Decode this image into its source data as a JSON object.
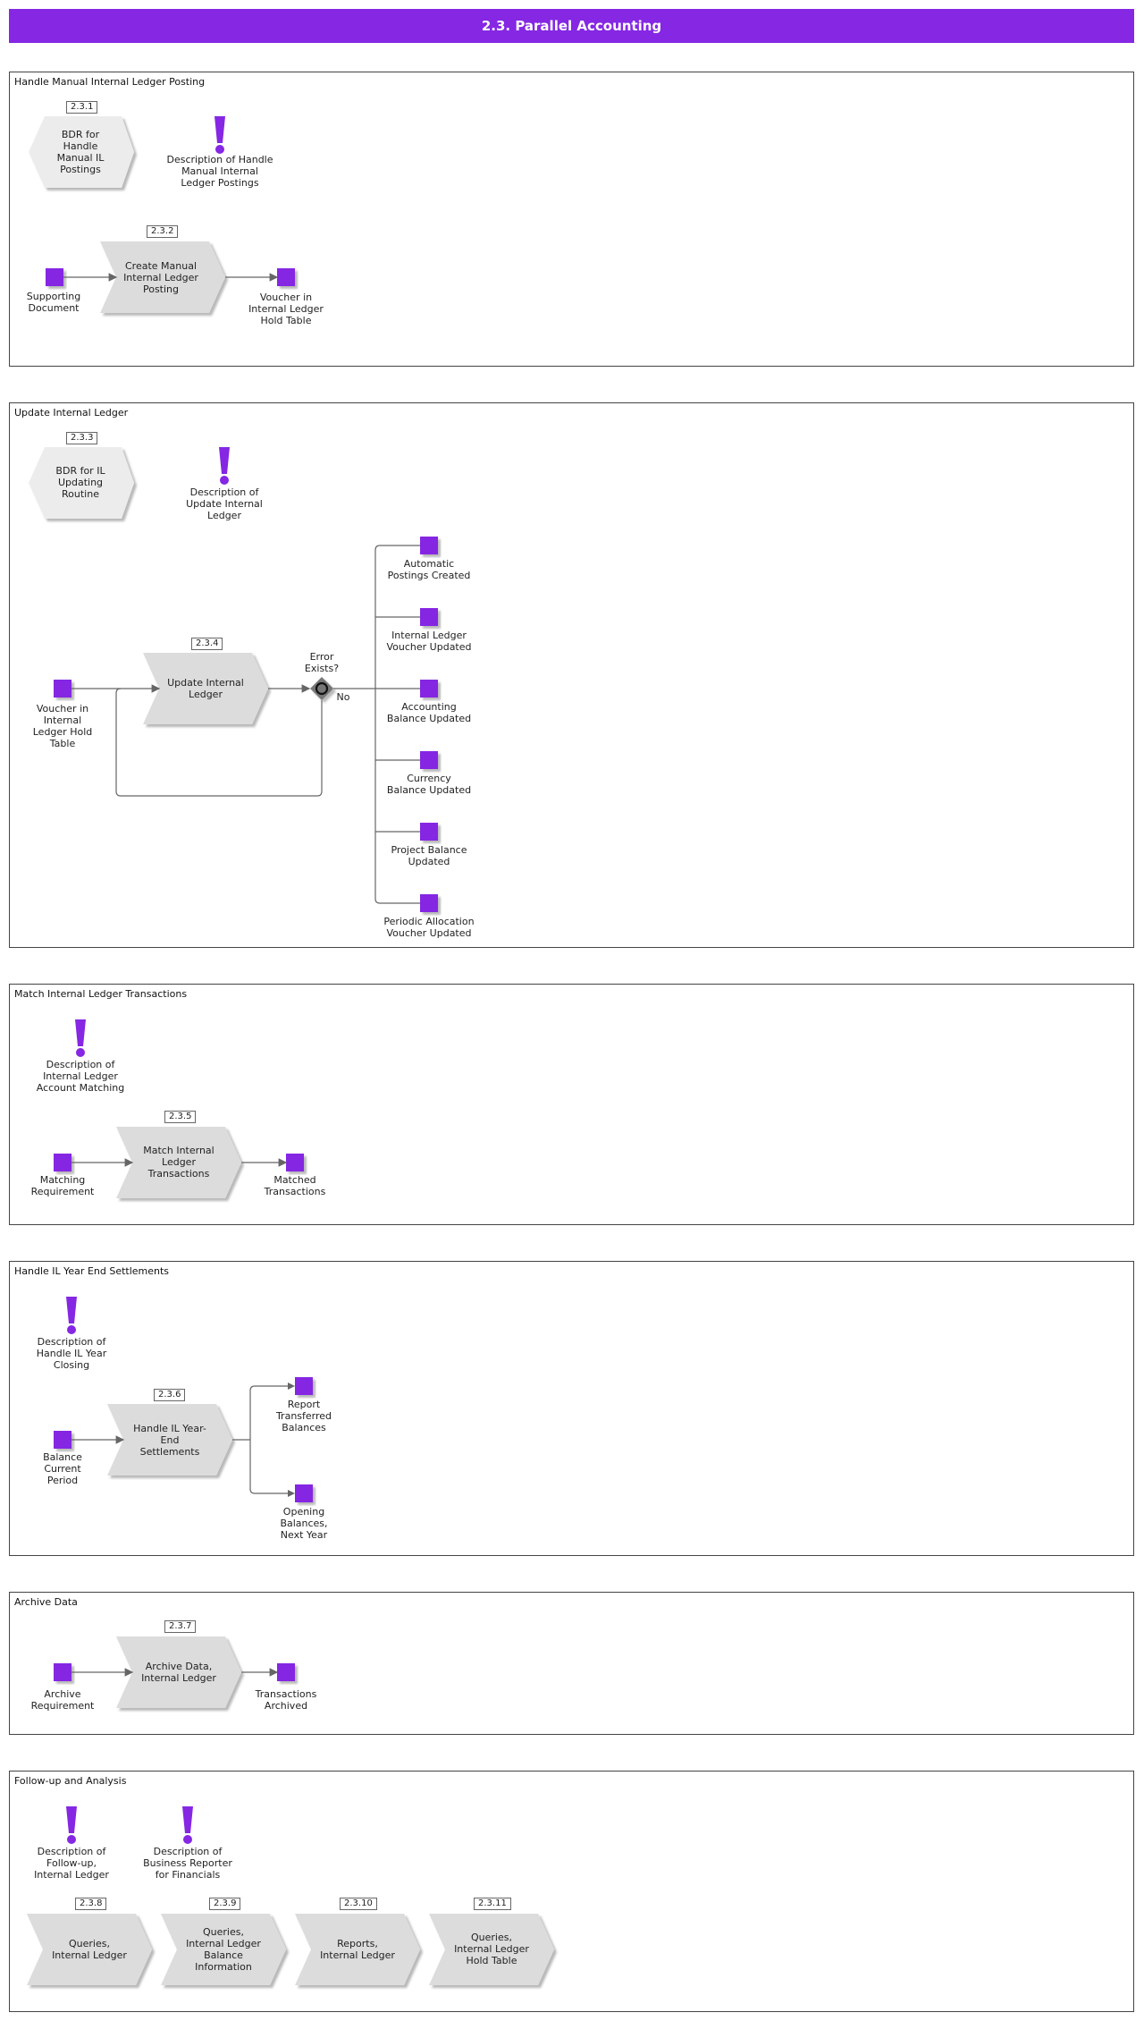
{
  "header": {
    "title": "2.3. Parallel Accounting"
  },
  "sections": {
    "s1": "Handle Manual Internal Ledger Posting",
    "s2": "Update Internal Ledger",
    "s3": "Match Internal Ledger Transactions",
    "s4": "Handle IL Year End Settlements",
    "s5": "Archive Data",
    "s6": "Follow-up and Analysis"
  },
  "nodes": {
    "n231_tag": "2.3.1",
    "n231": "BDR for\nHandle\nManual IL\nPostings",
    "desc1": "Description of Handle\nManual Internal\nLedger Postings",
    "n232_tag": "2.3.2",
    "n232": "Create Manual\nInternal Ledger\nPosting",
    "supporting_doc": "Supporting\nDocument",
    "voucher_hold": "Voucher in\nInternal Ledger\nHold Table",
    "n233_tag": "2.3.3",
    "n233": "BDR for IL\nUpdating\nRoutine",
    "desc2": "Description of\nUpdate Internal\nLedger",
    "n234_tag": "2.3.4",
    "n234": "Update Internal\nLedger",
    "voucher_hold2": "Voucher in\nInternal\nLedger Hold\nTable",
    "gateway": "Error\nExists?",
    "gateway_no": "No",
    "out1": "Automatic\nPostings Created",
    "out2": "Internal Ledger\nVoucher Updated",
    "out3": "Accounting\nBalance Updated",
    "out4": "Currency\nBalance Updated",
    "out5": "Project Balance\nUpdated",
    "out6": "Periodic Allocation\nVoucher Updated",
    "desc3": "Description of\nInternal Ledger\nAccount Matching",
    "n235_tag": "2.3.5",
    "n235": "Match Internal\nLedger\nTransactions",
    "matching_req": "Matching\nRequirement",
    "matched_tx": "Matched\nTransactions",
    "desc4": "Description of\nHandle IL Year\nClosing",
    "n236_tag": "2.3.6",
    "n236": "Handle IL Year-\nEnd\nSettlements",
    "balance_current": "Balance\nCurrent\nPeriod",
    "report_transferred": "Report\nTransferred\nBalances",
    "opening_balances": "Opening\nBalances,\nNext Year",
    "n237_tag": "2.3.7",
    "n237": "Archive Data,\nInternal Ledger",
    "archive_req": "Archive\nRequirement",
    "tx_archived": "Transactions\nArchived",
    "desc5": "Description of\nFollow-up,\nInternal Ledger",
    "desc6": "Description of\nBusiness Reporter\nfor Financials",
    "n238_tag": "2.3.8",
    "n238": "Queries,\nInternal Ledger",
    "n239_tag": "2.3.9",
    "n239": "Queries,\nInternal Ledger\nBalance\nInformation",
    "n2310_tag": "2.3.10",
    "n2310": "Reports,\nInternal Ledger",
    "n2311_tag": "2.3.11",
    "n2311": "Queries,\nInternal Ledger\nHold Table"
  },
  "colors": {
    "header": "#8527e3",
    "event": "#8527e3",
    "process": "#dcdcdc",
    "bdr": "#ececec",
    "connector": "#666666"
  }
}
